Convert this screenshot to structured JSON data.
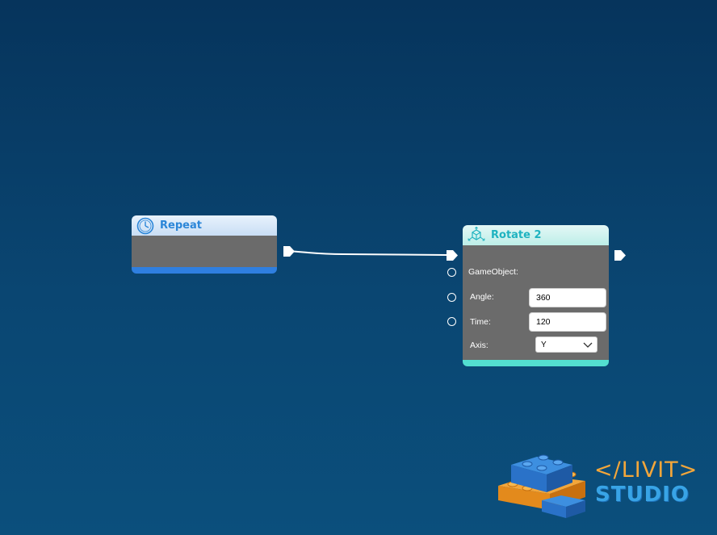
{
  "nodes": {
    "repeat": {
      "title": "Repeat",
      "icon": "clock-icon"
    },
    "rotate": {
      "title": "Rotate 2",
      "icon": "cube-rotate-icon",
      "fields": {
        "gameobject_label": "GameObject:",
        "angle_label": "Angle:",
        "angle_value": "360",
        "time_label": "Time:",
        "time_value": "120",
        "axis_label": "Axis:",
        "axis_value": "Y"
      }
    }
  },
  "logo": {
    "code_text": "</LIVIT>",
    "studio_text": "STUDIO"
  },
  "colors": {
    "background": "#0a4672",
    "repeat_accent": "#2f7fe0",
    "rotate_accent": "#53dfd0",
    "node_body": "#6b6b6b"
  }
}
